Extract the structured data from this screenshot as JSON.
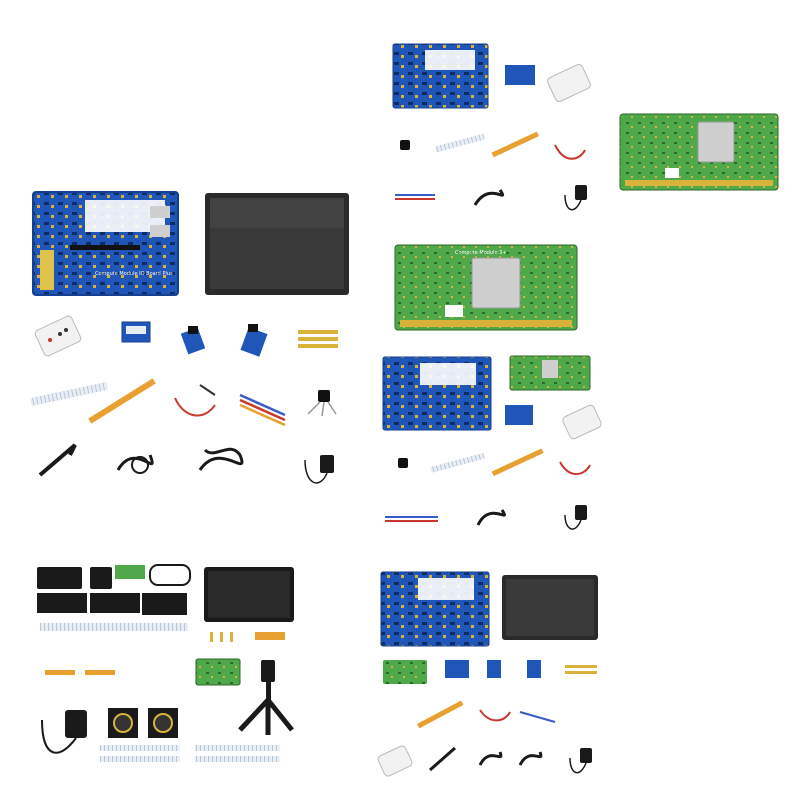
{
  "colors": {
    "background": "#ffffff",
    "board_blue": "#1f56b8",
    "board_blue_dark": "#153f8f",
    "module_green": "#4fa84a",
    "module_green_light": "#7cc26c",
    "gold": "#d9b23a",
    "screen_dark": "#3a3a3a",
    "cable_orange": "#e8a030",
    "cable_black": "#1a1a1a",
    "wire_red": "#c8372d",
    "wire_blue": "#3a5cc8",
    "ffc_white": "#e8eef5",
    "chip_silver": "#cfcfcf"
  },
  "board_silkscreen": {
    "compute_module_label": "Compute Module IO Board Plus",
    "cm3_label": "Compute Module 3+"
  },
  "kits": [
    {
      "kit": "io-board-screen-kit",
      "items": [
        "io-board",
        "lcd-screen",
        "ir-remote",
        "camera-adapter",
        "fpc-adapter",
        "fpc-adapter-2",
        "standoffs",
        "ffc-cable",
        "camera-cable",
        "jumper-wires",
        "jumper-wires-2",
        "sensor",
        "usb-cable",
        "usb-cable-2",
        "usb-cable-3",
        "power-adapter"
      ]
    },
    {
      "kit": "io-board-cm3-kit",
      "items": [
        "io-board",
        "camera-adapter",
        "ir-remote",
        "sensor",
        "ffc-cable",
        "camera-cable",
        "jumper-wires",
        "jumper-wires-2",
        "usb-cable",
        "power-adapter",
        "cm3-module"
      ]
    },
    {
      "kit": "full-accessory-kit",
      "items": [
        "base-boards",
        "acrylic-plates",
        "touch-screen",
        "camera-modules",
        "tripod",
        "power-adapter",
        "ffc-cables"
      ]
    },
    {
      "kit": "io-board-screen-cm3-kit",
      "items": [
        "io-board",
        "lcd-screen",
        "cm3-module",
        "fpc-adapter",
        "standoffs",
        "camera-cable",
        "jumper-wires",
        "ir-remote",
        "usb-cable",
        "power-adapter"
      ]
    }
  ]
}
